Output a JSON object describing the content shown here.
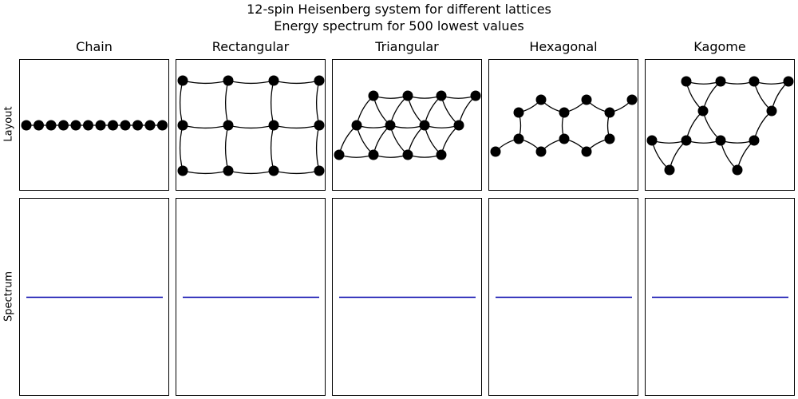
{
  "figure": {
    "title_line1": "12-spin Heisenberg system for different lattices",
    "title_line2": "Energy spectrum for 500 lowest values",
    "row_labels": {
      "layout": "Layout",
      "spectrum": "Spectrum"
    },
    "columns": [
      {
        "key": "chain",
        "title": "Chain"
      },
      {
        "key": "rectangular",
        "title": "Rectangular"
      },
      {
        "key": "triangular",
        "title": "Triangular"
      },
      {
        "key": "hexagonal",
        "title": "Hexagonal"
      },
      {
        "key": "kagome",
        "title": "Kagome"
      }
    ],
    "node_color": "#000000",
    "edge_color": "#000000",
    "spectrum_color": "#0000aa"
  },
  "chart_data": [
    {
      "type": "line",
      "title": "Chain",
      "xlabel": "",
      "ylabel": "Spectrum",
      "series": [
        {
          "values": [
            0,
            0
          ]
        }
      ],
      "ylim": [
        -1,
        1
      ]
    },
    {
      "type": "line",
      "title": "Rectangular",
      "xlabel": "",
      "ylabel": "",
      "series": [
        {
          "values": [
            0,
            0
          ]
        }
      ],
      "ylim": [
        -1,
        1
      ]
    },
    {
      "type": "line",
      "title": "Triangular",
      "xlabel": "",
      "ylabel": "",
      "series": [
        {
          "values": [
            0,
            0
          ]
        }
      ],
      "ylim": [
        -1,
        1
      ]
    },
    {
      "type": "line",
      "title": "Hexagonal",
      "xlabel": "",
      "ylabel": "",
      "series": [
        {
          "values": [
            0,
            0
          ]
        }
      ],
      "ylim": [
        -1,
        1
      ]
    },
    {
      "type": "line",
      "title": "Kagome",
      "xlabel": "",
      "ylabel": "",
      "series": [
        {
          "values": [
            0,
            0
          ]
        }
      ],
      "ylim": [
        -1,
        1
      ]
    }
  ]
}
